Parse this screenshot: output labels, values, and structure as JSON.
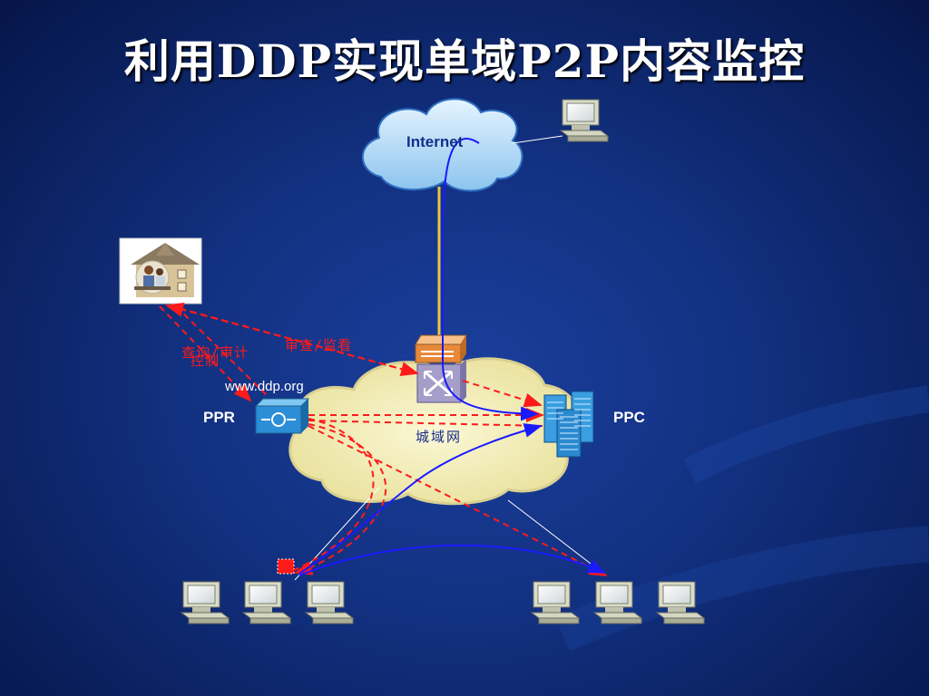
{
  "slide": {
    "title": "利用DDP实现单域P2P内容监控"
  },
  "diagram": {
    "internet_label": "Internet",
    "metro_label": "城域网",
    "ppr_label": "PPR",
    "ppc_label": "PPC",
    "url_label": "www.ddp.org",
    "review_label": "审查/监看",
    "query_label": "查询/审计",
    "control_label": "控制"
  },
  "colors": {
    "background": "#12307f",
    "dashed_flow": "#ff1a1a",
    "p2p_flow": "#1a1aff",
    "uplink": "#e8c840",
    "cloud_internet": "#bfe0f7",
    "cloud_metro": "#f5f0b8"
  },
  "icons": [
    "internet-cloud-icon",
    "metro-cloud-icon",
    "router-icon",
    "switch-icon",
    "server-rack-icon",
    "house-office-icon",
    "computer-icon"
  ]
}
